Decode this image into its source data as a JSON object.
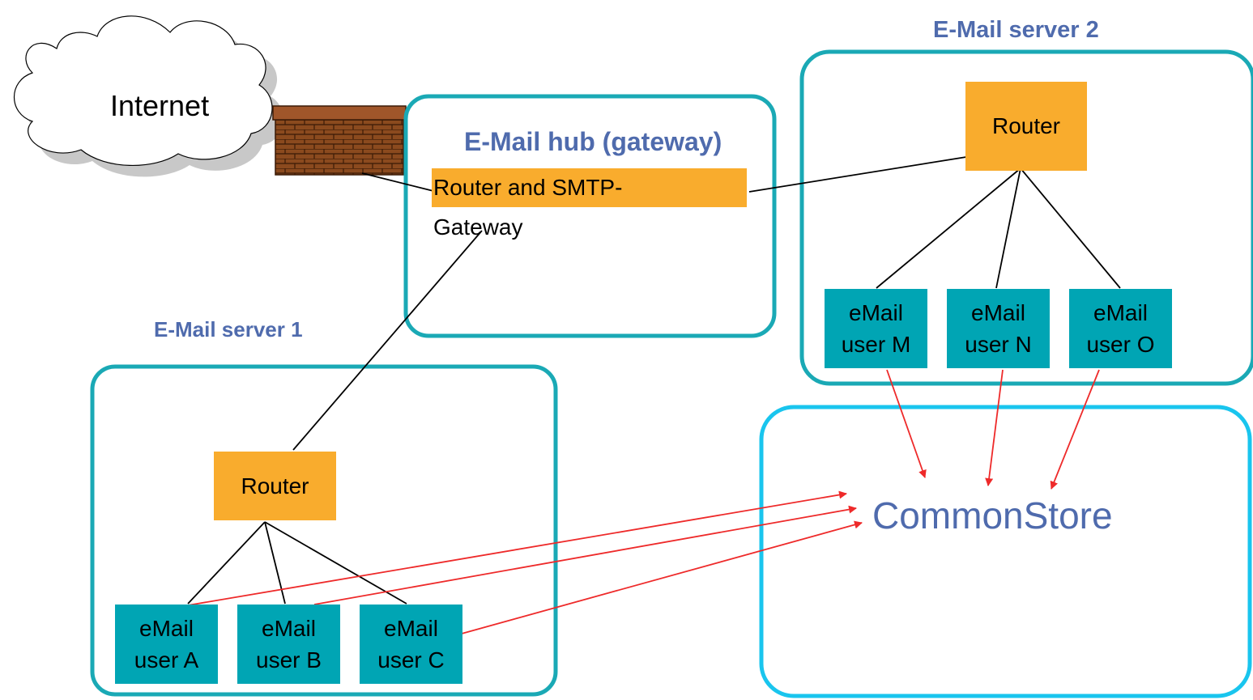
{
  "colors": {
    "container_border": "#1aa9b5",
    "store_border": "#19c5ee",
    "router_fill": "#f9ac2d",
    "user_fill": "#00a5b4",
    "title_text": "#4f6bad",
    "arrow": "#ee2a2a",
    "brick": "#8b4a1e"
  },
  "internet": {
    "label": "Internet",
    "icon": "cloud-icon"
  },
  "firewall": {
    "icon": "brick-wall-icon"
  },
  "hub": {
    "title": "E-Mail hub (gateway)",
    "router_line1": "Router and SMTP-",
    "router_line2": "Gateway"
  },
  "server1": {
    "title": "E-Mail server 1",
    "router": "Router",
    "users": [
      {
        "line1": "eMail",
        "line2": "user A"
      },
      {
        "line1": "eMail",
        "line2": "user B"
      },
      {
        "line1": "eMail",
        "line2": "user C"
      }
    ]
  },
  "server2": {
    "title": "E-Mail server 2",
    "router": "Router",
    "users": [
      {
        "line1": "eMail",
        "line2": "user M"
      },
      {
        "line1": "eMail",
        "line2": "user N"
      },
      {
        "line1": "eMail",
        "line2": "user O"
      }
    ]
  },
  "store": {
    "label": "CommonStore"
  }
}
